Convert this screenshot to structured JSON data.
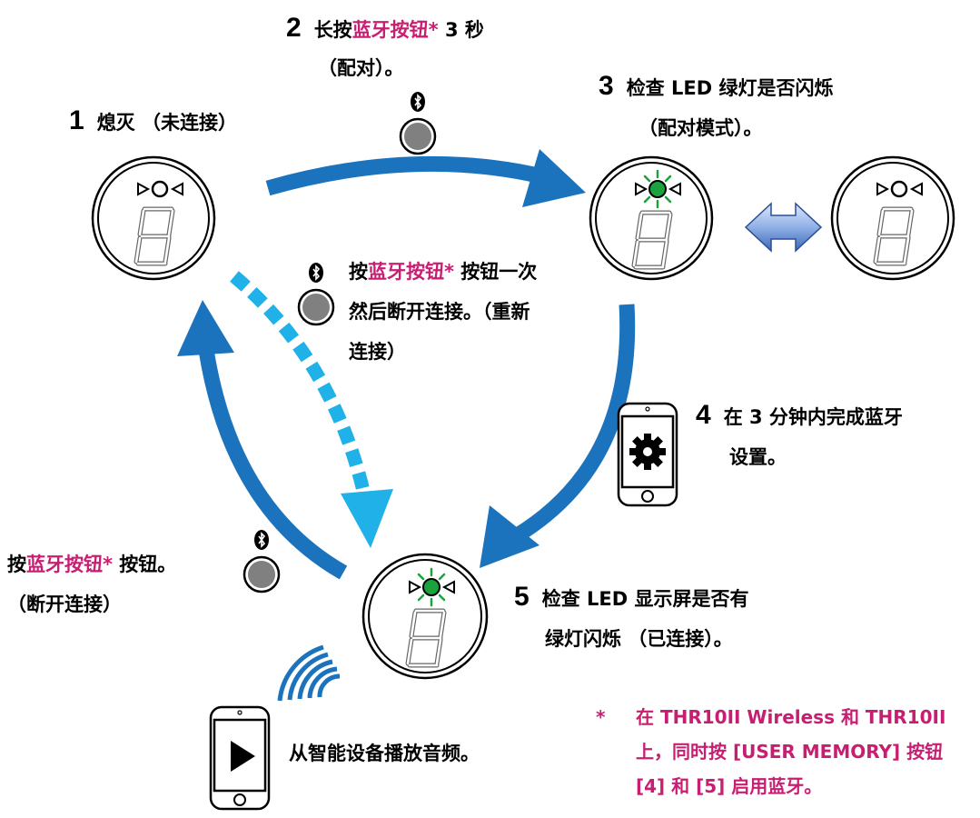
{
  "steps": {
    "step1": {
      "num": "1",
      "text": "熄灭 （未连接）"
    },
    "step2": {
      "num": "2",
      "line1_prefix": "长按",
      "highlight": "蓝牙按钮*",
      "line1_suffix": " 3 秒",
      "line2": "（配对）。"
    },
    "step3": {
      "num": "3",
      "line1": "检查 LED 绿灯是否闪烁",
      "line2": "（配对模式）。"
    },
    "step4": {
      "num": "4",
      "line1": "在 3 分钟内完成蓝牙",
      "line2": "设置。"
    },
    "step5": {
      "num": "5",
      "line1": "检查 LED 显示屏是否有",
      "line2": "绿灯闪烁 （已连接）。"
    }
  },
  "reconnect": {
    "prefix": "按",
    "highlight": "蓝牙按钮*",
    "line1_suffix": " 按钮一次",
    "line2": "然后断开连接。（重新",
    "line3": "连接）"
  },
  "disconnect": {
    "prefix": "按",
    "highlight": "蓝牙按钮*",
    "line1_suffix": " 按钮。",
    "line2": "（断开连接）"
  },
  "play_text": "从智能设备播放音频。",
  "footnote": {
    "star": "*",
    "line1": "在 THR10II Wireless 和 THR10II",
    "line2": "上，同时按 [USER MEMORY] 按钮",
    "line3": "[4] 和 [5] 启用蓝牙。"
  },
  "colors": {
    "arrow_dark_blue": "#1b73bd",
    "arrow_light_blue": "#1fb1e8",
    "highlight_pink": "#c81e72",
    "led_green": "#1aa33c",
    "swap_arrow": "#8fb0e6"
  },
  "icons": [
    "bluetooth-button-icon",
    "seven-segment-display",
    "gear-icon",
    "play-icon",
    "wireless-signal-icon",
    "double-arrow-icon"
  ]
}
